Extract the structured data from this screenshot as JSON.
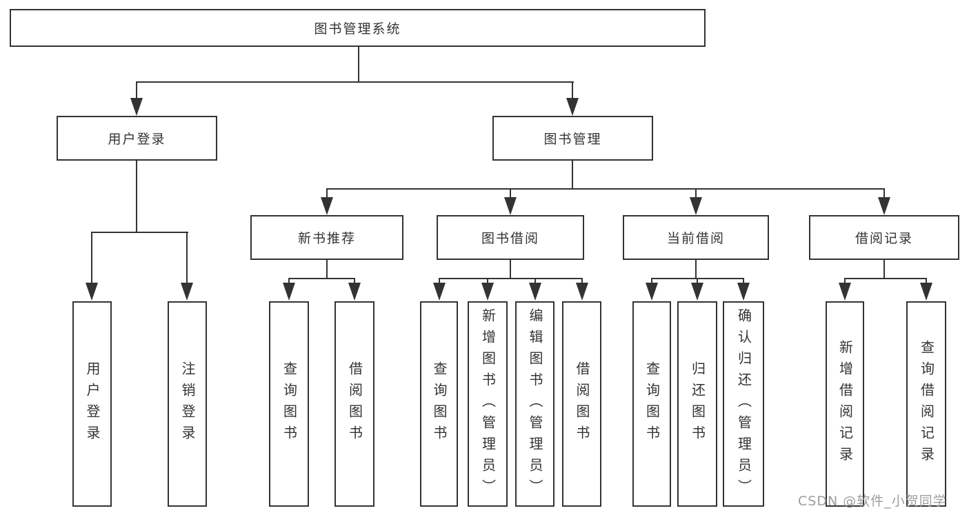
{
  "tree": {
    "label": "图书管理系统",
    "children": [
      {
        "label": "用户登录",
        "children": [
          {
            "label": "用户登录"
          },
          {
            "label": "注销登录"
          }
        ]
      },
      {
        "label": "图书管理",
        "children": [
          {
            "label": "新书推荐",
            "children": [
              {
                "label": "查询图书"
              },
              {
                "label": "借阅图书"
              }
            ]
          },
          {
            "label": "图书借阅",
            "children": [
              {
                "label": "查询图书"
              },
              {
                "label": "新增图书（管理员）"
              },
              {
                "label": "编辑图书（管理员）"
              },
              {
                "label": "借阅图书"
              }
            ]
          },
          {
            "label": "当前借阅",
            "children": [
              {
                "label": "查询图书"
              },
              {
                "label": "归还图书"
              },
              {
                "label": "确认归还（管理员）"
              }
            ]
          },
          {
            "label": "借阅记录",
            "children": [
              {
                "label": "新增借阅记录"
              },
              {
                "label": "查询借阅记录"
              }
            ]
          }
        ]
      }
    ]
  },
  "watermark": {
    "text": "CSDN @软件_小贺同学"
  },
  "colors": {
    "line": "#333333",
    "text": "#333333",
    "box_background": "#ffffff",
    "watermark": "#989898"
  }
}
